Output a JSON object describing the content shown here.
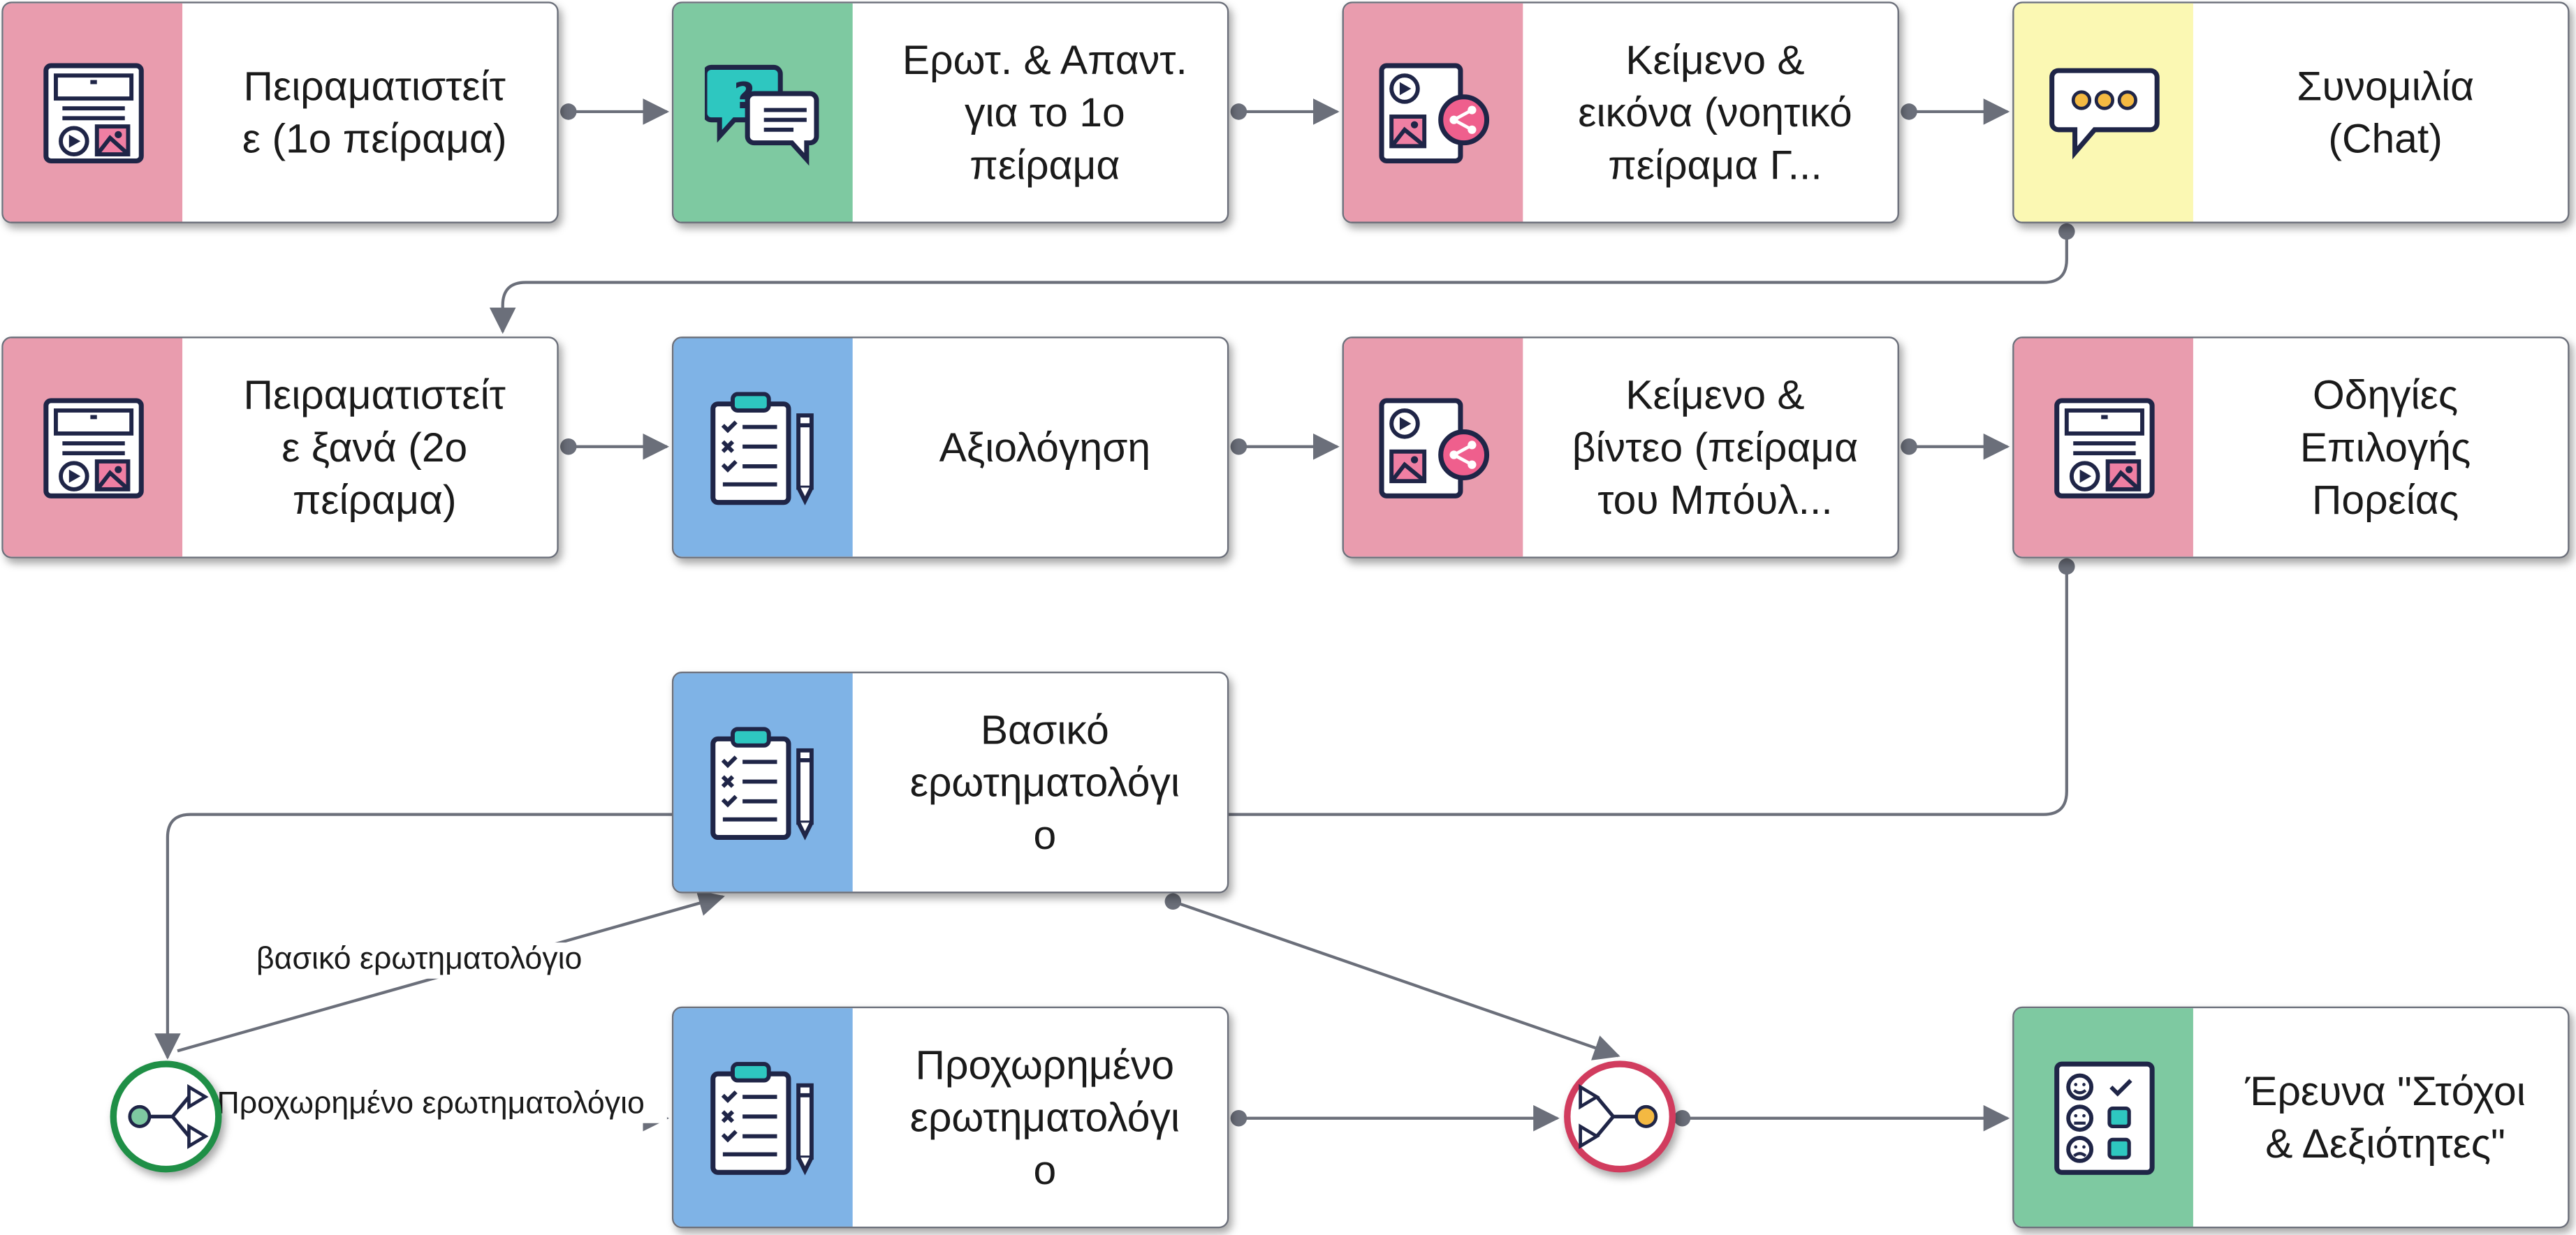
{
  "nodes": {
    "experiment1": {
      "label": "Πειραματιστείτ\nε (1ο πείραμα)",
      "icon": "layout-media-icon"
    },
    "qa": {
      "label": "Ερωτ. & Απαντ.\nγια το 1ο\nπείραμα",
      "icon": "question-chat-icon"
    },
    "text_image": {
      "label": "Κείμενο &\nεικόνα (νοητικό\nπείραμα Γ...",
      "icon": "media-share-icon"
    },
    "chat": {
      "label": "Συνομιλία\n(Chat)",
      "icon": "chat-bubble-icon"
    },
    "experiment2": {
      "label": "Πειραματιστείτ\nε ξανά (2ο\nπείραμα)",
      "icon": "layout-media-icon"
    },
    "evaluation": {
      "label": "Αξιολόγηση",
      "icon": "clipboard-checklist-icon"
    },
    "text_video": {
      "label": "Κείμενο &\nβίντεο (πείραμα\nτου Μπόυλ...",
      "icon": "media-share-icon"
    },
    "instructions": {
      "label": "Οδηγίες\nΕπιλογής\nΠορείας",
      "icon": "layout-media-icon"
    },
    "basic_q": {
      "label": "Βασικό\nερωτηματολόγι\nο",
      "icon": "clipboard-checklist-icon"
    },
    "advanced_q": {
      "label": "Προχωρημένο\nερωτηματολόγι\nο",
      "icon": "clipboard-checklist-icon"
    },
    "survey": {
      "label": "Έρευνα \"Στόχοι\n& Δεξιότητες\"",
      "icon": "survey-faces-icon"
    }
  },
  "edge_labels": {
    "basic": "βασικό ερωτηματολόγιο",
    "advanced": "Προχωρημένο ερωτηματολόγιο"
  },
  "gateways": {
    "split": {
      "icon": "branch-split-icon",
      "color": "#1f8f46"
    },
    "merge": {
      "icon": "branch-merge-icon",
      "color": "#d13c5e"
    }
  },
  "colors": {
    "pink": "#e99cae",
    "green": "#7ec9a1",
    "yellow": "#fbf8b3",
    "blue": "#7fb3e6",
    "connector": "#6b6f7a"
  }
}
